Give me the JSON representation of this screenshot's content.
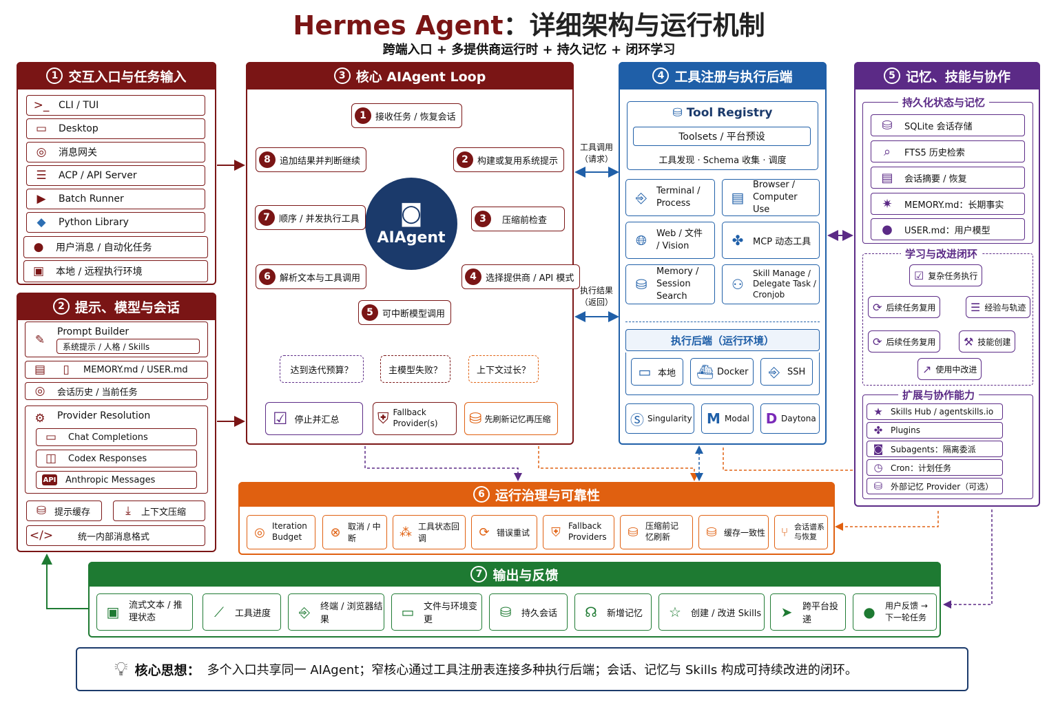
{
  "header": {
    "title_en": "Hermes Agent",
    "title_zh": "：详细架构与运行机制",
    "subtitle": "跨端入口 + 多提供商运行时 + 持久记忆 + 闭环学习"
  },
  "p1": {
    "num": "1",
    "title": "交互入口与任务输入",
    "items": [
      "CLI / TUI",
      "Desktop",
      "消息网关",
      "ACP / API Server",
      "Batch Runner",
      "Python Library",
      "用户消息 / 自动化任务",
      "本地 / 远程执行环境"
    ]
  },
  "p2": {
    "num": "2",
    "title": "提示、模型与会话",
    "prompt_builder": "Prompt Builder",
    "prompt_sub": "系统提示 / 人格 / Skills",
    "memory": "MEMORY.md / USER.md",
    "history": "会话历史 / 当前任务",
    "provider": "Provider Resolution",
    "providers": [
      "Chat Completions",
      "Codex Responses",
      "Anthropic Messages"
    ],
    "cache": "提示缓存",
    "compress": "上下文压缩",
    "format": "统一内部消息格式"
  },
  "p3": {
    "num": "3",
    "title": "核心 AIAgent Loop",
    "center": "AIAgent",
    "steps": [
      "接收任务 / 恢复会话",
      "构建或复用系统提示",
      "压缩前检查",
      "选择提供商 / API 模式",
      "可中断模型调用",
      "解析文本与工具调用",
      "顺序 / 并发执行工具",
      "追加结果并判断继续"
    ],
    "questions": [
      "达到迭代预算？",
      "主模型失败？",
      "上下文过长？"
    ],
    "outcomes": [
      "停止并汇总",
      "Fallback Provider(s)",
      "先刷新记忆再压缩"
    ]
  },
  "links": {
    "call": "工具调用（请求）",
    "result": "执行结果（返回）"
  },
  "p4": {
    "num": "4",
    "title": "工具注册与执行后端",
    "registry": "Tool Registry",
    "toolsets": "Toolsets / 平台预设",
    "discover": "工具发现 · Schema 收集 · 调度",
    "tools": [
      "Terminal / Process",
      "Browser / Computer Use",
      "Web / 文件 / Vision",
      "MCP 动态工具",
      "Memory / Session Search",
      "Skill Manage / Delegate Task / Cronjob"
    ],
    "backend_title": "执行后端（运行环境）",
    "backends": [
      "本地",
      "Docker",
      "SSH",
      "Singularity",
      "Modal",
      "Daytona"
    ]
  },
  "p5": {
    "num": "5",
    "title": "记忆、技能与协作",
    "persist_title": "持久化状态与记忆",
    "persist": [
      "SQLite 会话存储",
      "FTS5 历史检索",
      "会话摘要 / 恢复",
      "MEMORY.md：长期事实",
      "USER.md：用户模型"
    ],
    "learn_title": "学习与改进闭环",
    "learn": [
      "复杂任务执行",
      "经验与轨迹",
      "技能创建",
      "使用中改进",
      "后续任务复用",
      "后续任务复用"
    ],
    "ext_title": "扩展与协作能力",
    "ext": [
      "Skills Hub / agentskills.io",
      "Plugins",
      "Subagents：隔离委派",
      "Cron：计划任务",
      "外部记忆 Provider（可选）"
    ]
  },
  "p6": {
    "num": "6",
    "title": "运行治理与可靠性",
    "items": [
      "Iteration Budget",
      "取消 / 中断",
      "工具状态回调",
      "错误重试",
      "Fallback Providers",
      "压缩前记忆刷新",
      "缓存一致性",
      "会话谱系与恢复"
    ]
  },
  "p7": {
    "num": "7",
    "title": "输出与反馈",
    "items": [
      "流式文本 / 推理状态",
      "工具进度",
      "终端 / 浏览器结果",
      "文件与环境变更",
      "持久会话",
      "新增记忆",
      "创建 / 改进 Skills",
      "跨平台投递",
      "用户反馈 → 下一轮任务"
    ]
  },
  "footer": {
    "label": "核心思想：",
    "text": "多个入口共享同一 AIAgent；窄核心通过工具注册表连接多种执行后端；会话、记忆与 Skills 构成可持续改进的闭环。"
  },
  "colors": {
    "maroon": "#7a1515",
    "blue": "#1f5fa8",
    "purple": "#5b2a86",
    "orange": "#e06010",
    "green": "#1e7a32",
    "navy": "#1b3a6b"
  }
}
